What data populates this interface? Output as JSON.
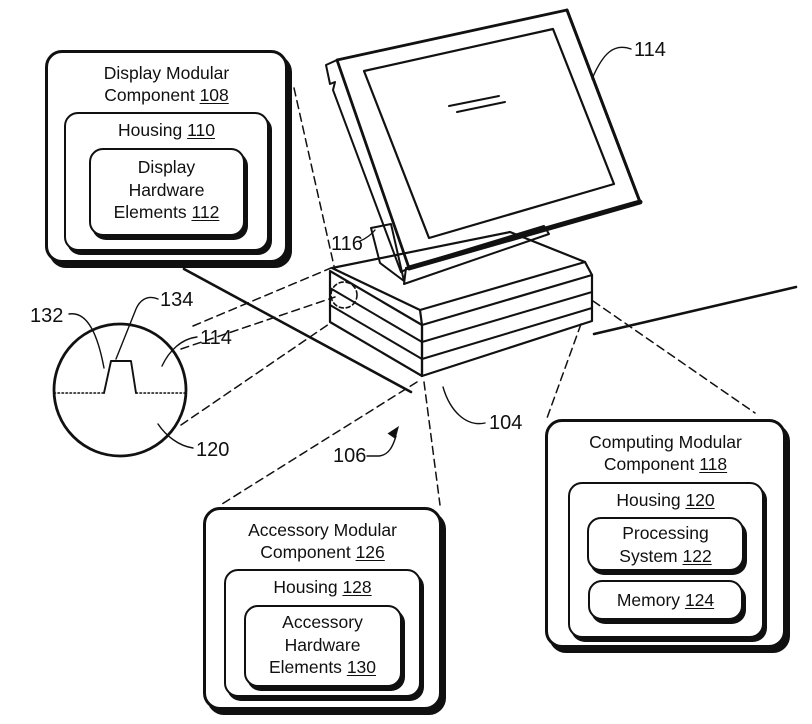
{
  "figure": {
    "boxes": {
      "display": {
        "title1": "Display Modular",
        "title2": "Component",
        "title2_num": "108",
        "housing": "Housing",
        "housing_num": "110",
        "inner1": "Display",
        "inner2": "Hardware",
        "inner3": "Elements",
        "inner3_num": "112"
      },
      "computing": {
        "title1": "Computing Modular",
        "title2": "Component",
        "title2_num": "118",
        "housing": "Housing",
        "housing_num": "120",
        "processing1": "Processing",
        "processing2": "System",
        "processing2_num": "122",
        "memory": "Memory",
        "memory_num": "124"
      },
      "accessory": {
        "title1": "Accessory Modular",
        "title2": "Component",
        "title2_num": "126",
        "housing": "Housing",
        "housing_num": "128",
        "inner1": "Accessory",
        "inner2": "Hardware",
        "inner3": "Elements",
        "inner3_num": "130"
      }
    },
    "refs": {
      "display_panel": "114",
      "stand": "116",
      "base": "104",
      "device": "106",
      "detail_left": "132",
      "detail_top": "134",
      "detail_upper": "114",
      "detail_lower": "120"
    },
    "colors": {
      "ink": "#111111",
      "background": "#ffffff"
    }
  }
}
